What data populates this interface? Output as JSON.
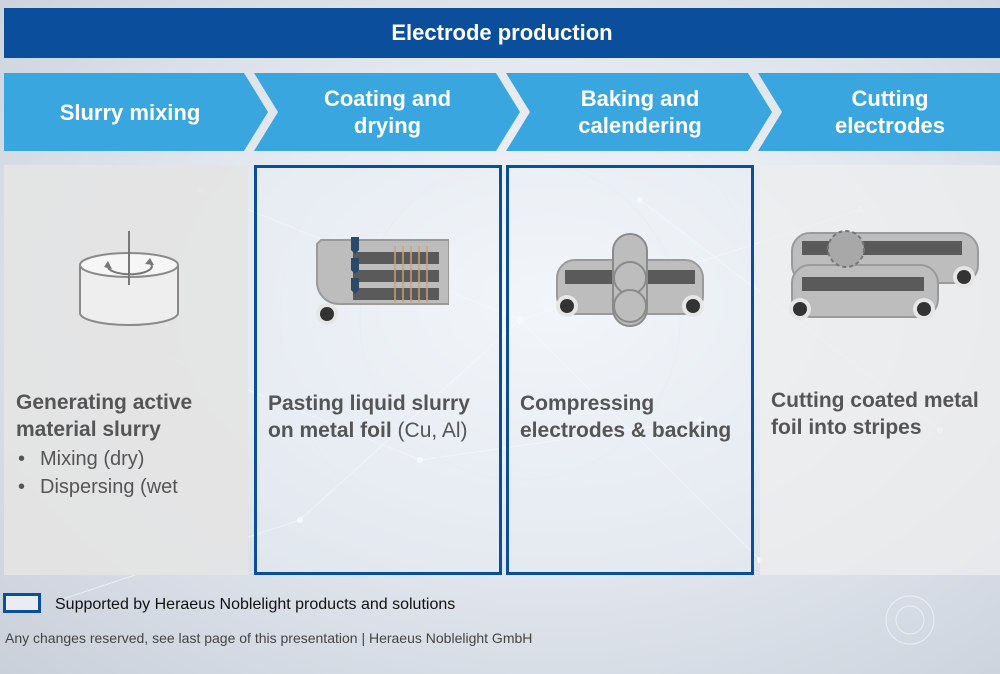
{
  "title": "Electrode production",
  "steps": [
    {
      "label": "Slurry mixing"
    },
    {
      "label": "Coating and drying"
    },
    {
      "label": "Baking and calendering"
    },
    {
      "label": "Cutting electrodes"
    }
  ],
  "panels": [
    {
      "heading": "Generating active material slurry",
      "bullets": [
        "Mixing (dry)",
        "Dispersing (wet"
      ],
      "highlighted": false
    },
    {
      "heading": "Pasting liquid slurry on metal foil",
      "suffix": "(Cu, Al)",
      "highlighted": true
    },
    {
      "heading": "Compressing electrodes & backing",
      "highlighted": true
    },
    {
      "heading": "Cutting coated metal foil into stripes",
      "highlighted": false
    }
  ],
  "legend": {
    "text": "Supported by Heraeus Noblelight products and solutions"
  },
  "footer": {
    "text": "Any changes reserved, see last page of this presentation | Heraeus Noblelight GmbH"
  },
  "colors": {
    "title_bar": "#0b4f9c",
    "step_arrow": "#3aa6e0",
    "highlight_border": "#0b4f9c",
    "icon_grey": "#9a9a9a",
    "icon_dark": "#404040"
  }
}
